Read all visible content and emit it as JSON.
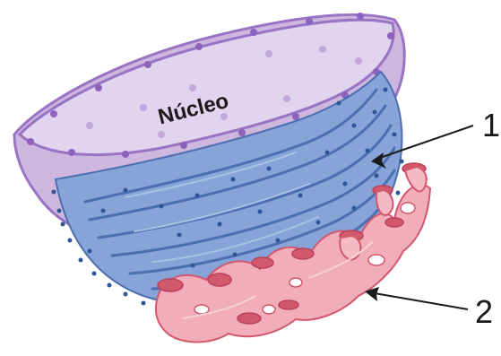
{
  "diagram": {
    "nucleus_label": "Núcleo",
    "callouts": [
      {
        "number": "1"
      },
      {
        "number": "2"
      }
    ]
  },
  "colors": {
    "nucleus_fill": "#d7c4e6",
    "nucleus_rim": "#9a74c4",
    "er_blue": "#7f9fd3",
    "er_dark": "#4b6fb0",
    "ribosome": "#2e5598",
    "smooth_er_pink": "#f0a9b8",
    "smooth_er_dark": "#d2586e",
    "arrow": "#1a1a1a"
  }
}
